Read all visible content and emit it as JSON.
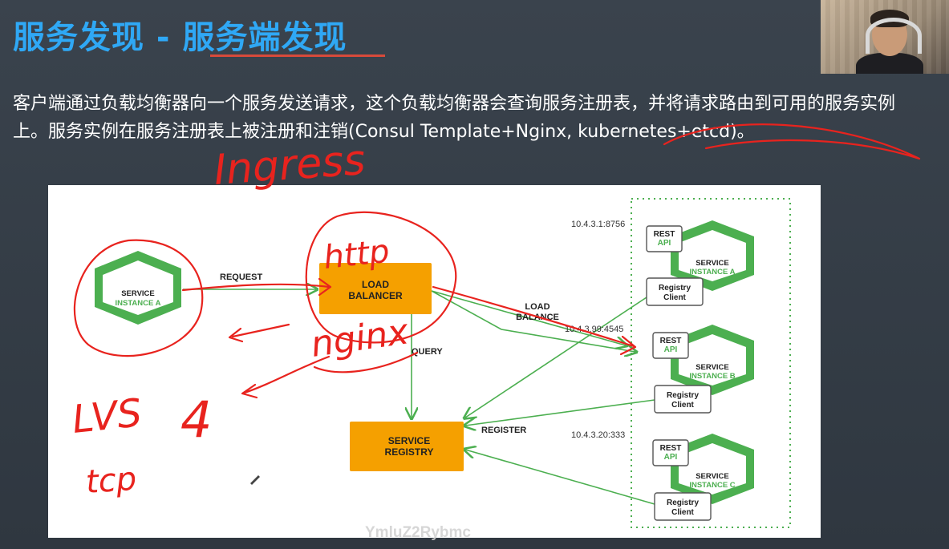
{
  "slide": {
    "title": "服务发现 - 服务端发现",
    "description": "客户端通过负载均衡器向一个服务发送请求，这个负载均衡器会查询服务注册表，并将请求路由到可用的服务实例上。服务实例在服务注册表上被注册和注销(Consul Template+Nginx, kubernetes+etcd)。"
  },
  "diagram": {
    "client": {
      "line1": "SERVICE",
      "line2": "INSTANCE A"
    },
    "request_label": "REQUEST",
    "load_balancer": {
      "line1": "LOAD",
      "line2": "BALANCER"
    },
    "query_label": "QUERY",
    "load_balance_label": {
      "line1": "LOAD",
      "line2": "BALANCE"
    },
    "registry": {
      "line1": "SERVICE",
      "line2": "REGISTRY"
    },
    "register_label": "REGISTER",
    "instances": [
      {
        "ip": "10.4.3.1:8756",
        "rest1": "REST",
        "rest2": "API",
        "name1": "SERVICE",
        "name2": "INSTANCE A",
        "client1": "Registry",
        "client2": "Client"
      },
      {
        "ip": "10.4.3.99:4545",
        "rest1": "REST",
        "rest2": "API",
        "name1": "SERVICE",
        "name2": "INSTANCE B",
        "client1": "Registry",
        "client2": "Client"
      },
      {
        "ip": "10.4.3.20:333",
        "rest1": "REST",
        "rest2": "API",
        "name1": "SERVICE",
        "name2": "INSTANCE C",
        "client1": "Registry",
        "client2": "Client"
      }
    ]
  },
  "annotations": [
    "Ingress",
    "http",
    "nginx",
    "4",
    "LVS",
    "tcp"
  ],
  "watermark": "YmluZ2Rybmc",
  "colors": {
    "title": "#2fa8f5",
    "orange": "#f5a000",
    "green": "#4caf50",
    "ink": "#e8231e"
  }
}
